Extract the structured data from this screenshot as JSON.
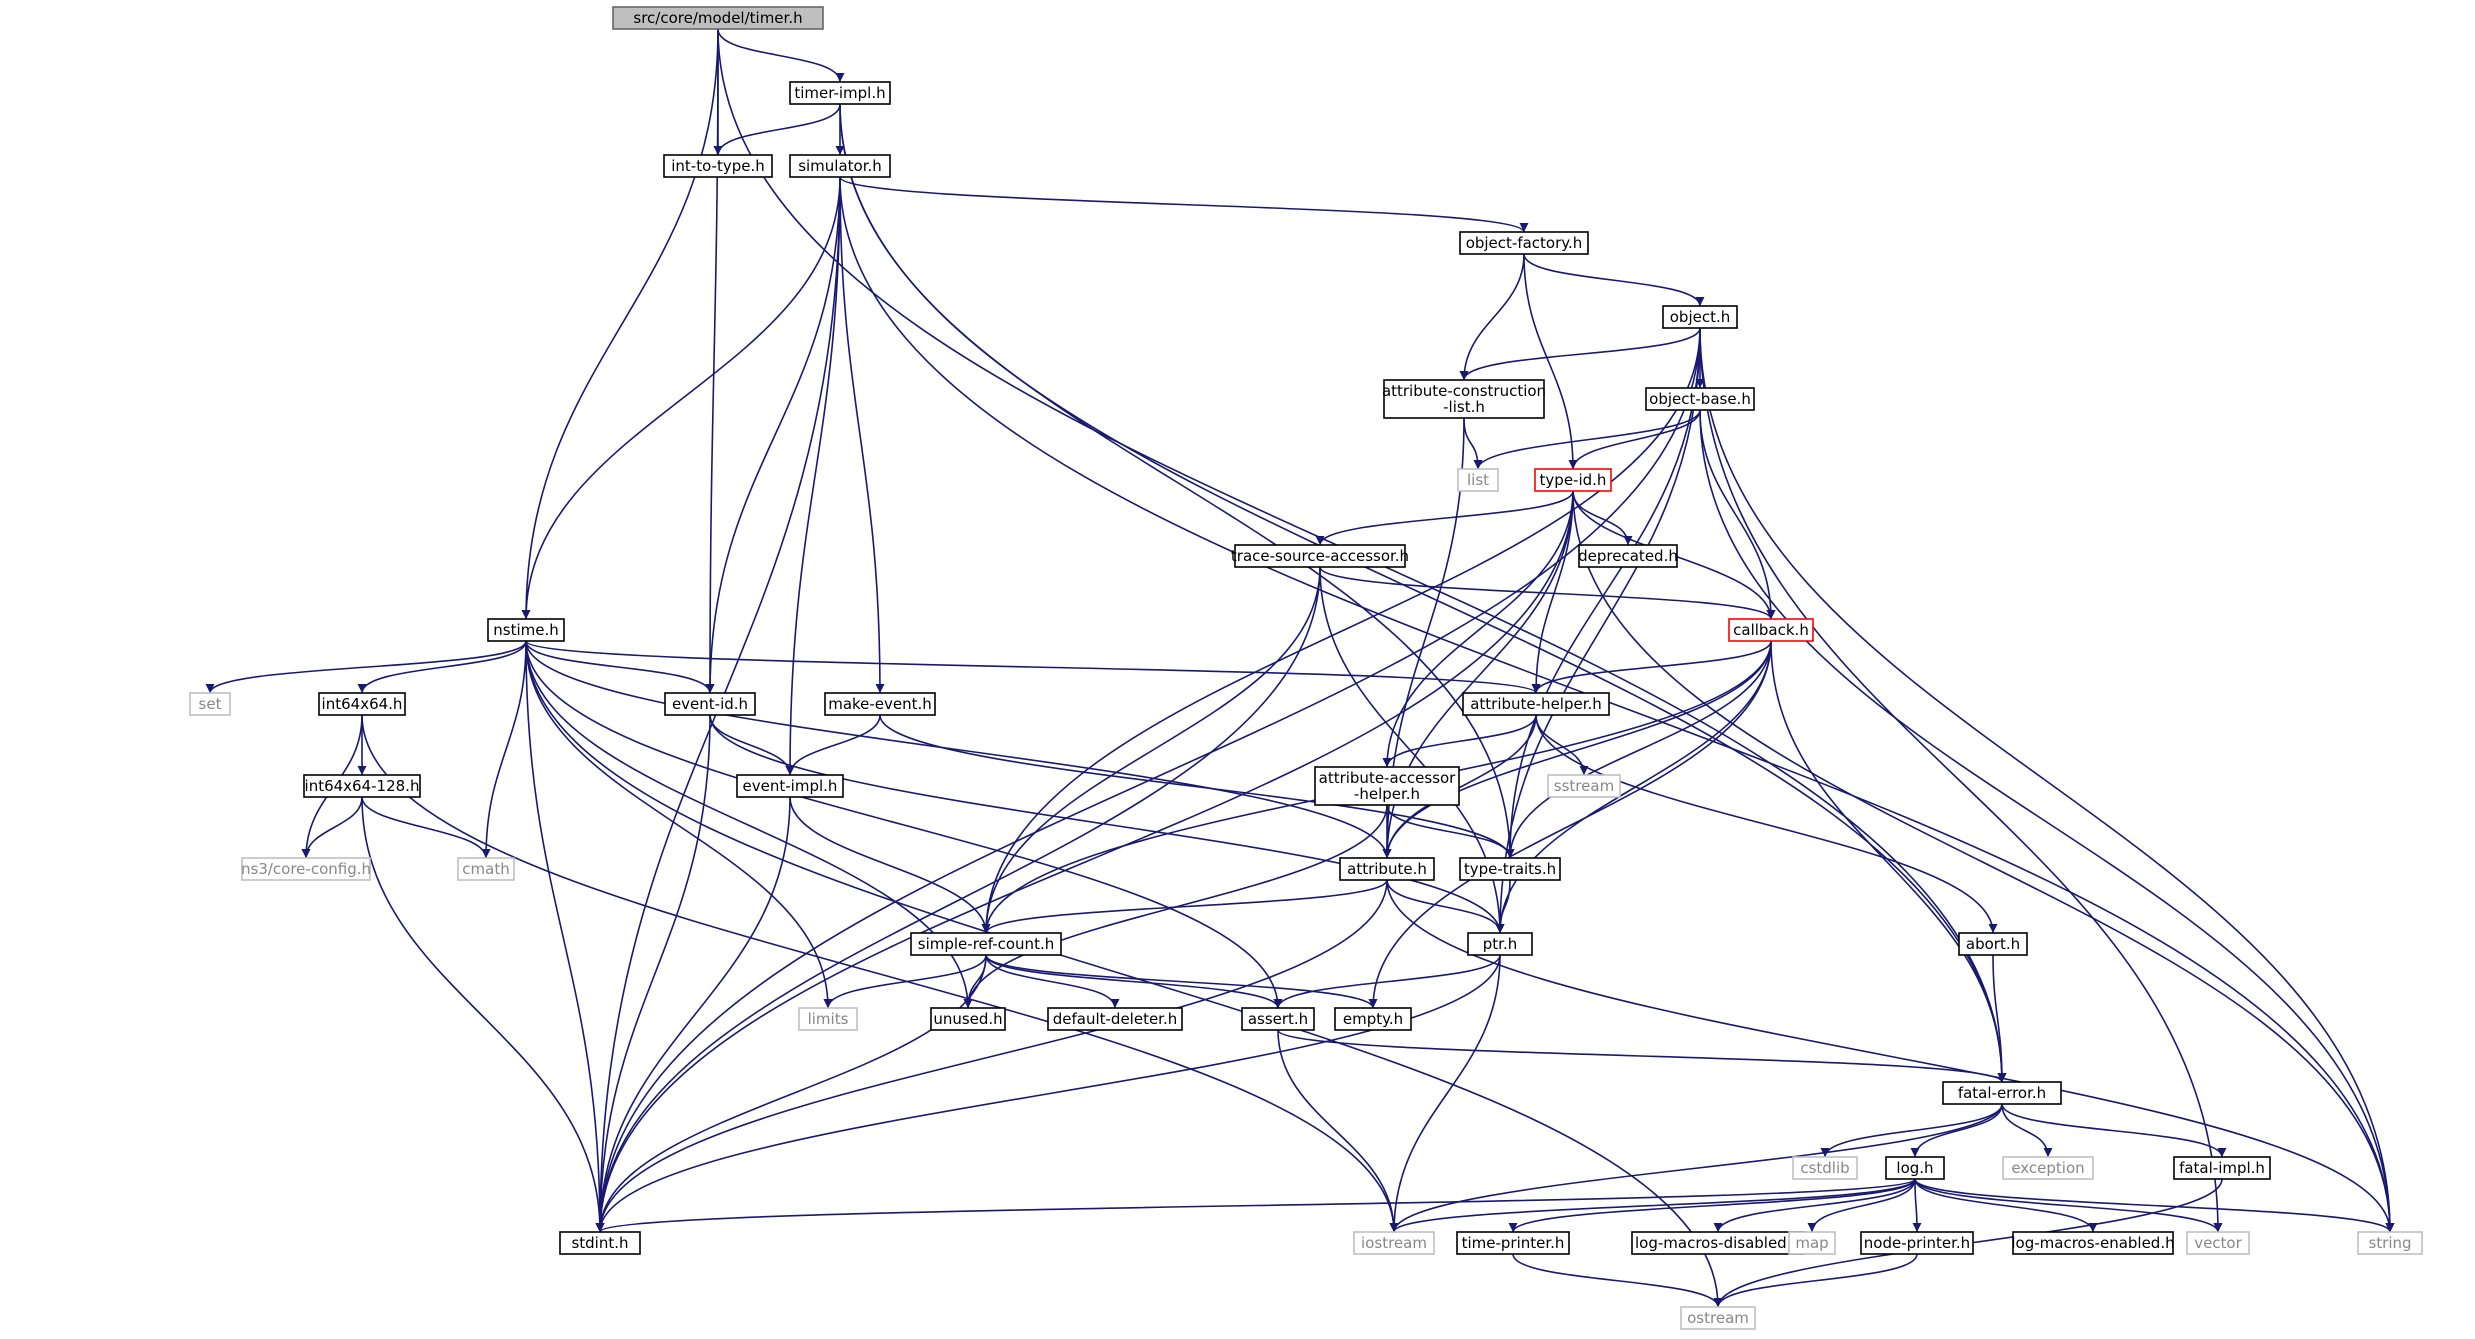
{
  "diagram": {
    "title": "",
    "colors": {
      "edge": "#191970",
      "root_fill": "#bfbfbf",
      "system_border": "#bfbfbf",
      "truncated_border": "#ff0000"
    },
    "nodes": [
      {
        "id": "timer",
        "label": "src/core/model/timer.h"
      },
      {
        "id": "timer_impl",
        "label": "timer-impl.h"
      },
      {
        "id": "int_to_type",
        "label": "int-to-type.h"
      },
      {
        "id": "simulator",
        "label": "simulator.h"
      },
      {
        "id": "object_factory",
        "label": "object-factory.h"
      },
      {
        "id": "object",
        "label": "object.h"
      },
      {
        "id": "acl",
        "label": "attribute-construction\n-list.h"
      },
      {
        "id": "object_base",
        "label": "object-base.h"
      },
      {
        "id": "list",
        "label": "list"
      },
      {
        "id": "type_id",
        "label": "type-id.h"
      },
      {
        "id": "deprecated",
        "label": "deprecated.h"
      },
      {
        "id": "tsa",
        "label": "trace-source-accessor.h"
      },
      {
        "id": "callback",
        "label": "callback.h"
      },
      {
        "id": "nstime",
        "label": "nstime.h"
      },
      {
        "id": "set",
        "label": "set"
      },
      {
        "id": "int64x64",
        "label": "int64x64.h"
      },
      {
        "id": "event_id",
        "label": "event-id.h"
      },
      {
        "id": "make_event",
        "label": "make-event.h"
      },
      {
        "id": "attr_helper",
        "label": "attribute-helper.h"
      },
      {
        "id": "sstream",
        "label": "sstream"
      },
      {
        "id": "int64x64_128",
        "label": "int64x64-128.h"
      },
      {
        "id": "event_impl",
        "label": "event-impl.h"
      },
      {
        "id": "aah",
        "label": "attribute-accessor\n-helper.h"
      },
      {
        "id": "core_config",
        "label": "ns3/core-config.h"
      },
      {
        "id": "cmath",
        "label": "cmath"
      },
      {
        "id": "attribute",
        "label": "attribute.h"
      },
      {
        "id": "type_traits",
        "label": "type-traits.h"
      },
      {
        "id": "src",
        "label": "simple-ref-count.h"
      },
      {
        "id": "ptr",
        "label": "ptr.h"
      },
      {
        "id": "abort",
        "label": "abort.h"
      },
      {
        "id": "limits",
        "label": "limits"
      },
      {
        "id": "unused",
        "label": "unused.h"
      },
      {
        "id": "default_deleter",
        "label": "default-deleter.h"
      },
      {
        "id": "assert",
        "label": "assert.h"
      },
      {
        "id": "empty",
        "label": "empty.h"
      },
      {
        "id": "fatal_error",
        "label": "fatal-error.h"
      },
      {
        "id": "cstdlib",
        "label": "cstdlib"
      },
      {
        "id": "log",
        "label": "log.h"
      },
      {
        "id": "exception",
        "label": "exception"
      },
      {
        "id": "fatal_impl",
        "label": "fatal-impl.h"
      },
      {
        "id": "stdint",
        "label": "stdint.h"
      },
      {
        "id": "iostream",
        "label": "iostream"
      },
      {
        "id": "time_printer",
        "label": "time-printer.h"
      },
      {
        "id": "lmd",
        "label": "log-macros-disabled.h"
      },
      {
        "id": "map",
        "label": "map"
      },
      {
        "id": "node_printer",
        "label": "node-printer.h"
      },
      {
        "id": "lme",
        "label": "log-macros-enabled.h"
      },
      {
        "id": "vector",
        "label": "vector"
      },
      {
        "id": "string",
        "label": "string"
      },
      {
        "id": "ostream",
        "label": "ostream"
      }
    ],
    "edges": [
      [
        "timer",
        "timer_impl"
      ],
      [
        "timer",
        "int_to_type"
      ],
      [
        "timer",
        "nstime"
      ],
      [
        "timer",
        "event_id"
      ],
      [
        "timer",
        "fatal_error"
      ],
      [
        "timer_impl",
        "int_to_type"
      ],
      [
        "timer_impl",
        "simulator"
      ],
      [
        "timer_impl",
        "type_traits"
      ],
      [
        "timer_impl",
        "fatal_error"
      ],
      [
        "simulator",
        "object_factory"
      ],
      [
        "simulator",
        "nstime"
      ],
      [
        "simulator",
        "event_id"
      ],
      [
        "simulator",
        "event_impl"
      ],
      [
        "simulator",
        "make_event"
      ],
      [
        "simulator",
        "stdint"
      ],
      [
        "simulator",
        "string"
      ],
      [
        "object_factory",
        "object"
      ],
      [
        "object_factory",
        "acl"
      ],
      [
        "object_factory",
        "type_id"
      ],
      [
        "object",
        "object_base"
      ],
      [
        "object",
        "acl"
      ],
      [
        "object",
        "src"
      ],
      [
        "object",
        "stdint"
      ],
      [
        "object",
        "type_traits"
      ],
      [
        "object",
        "ptr"
      ],
      [
        "object",
        "vector"
      ],
      [
        "object",
        "string"
      ],
      [
        "acl",
        "list"
      ],
      [
        "acl",
        "attribute"
      ],
      [
        "object_base",
        "list"
      ],
      [
        "object_base",
        "type_id"
      ],
      [
        "object_base",
        "callback"
      ],
      [
        "object_base",
        "string"
      ],
      [
        "type_id",
        "deprecated"
      ],
      [
        "type_id",
        "tsa"
      ],
      [
        "type_id",
        "callback"
      ],
      [
        "type_id",
        "attr_helper"
      ],
      [
        "type_id",
        "aah"
      ],
      [
        "type_id",
        "attribute"
      ],
      [
        "type_id",
        "stdint"
      ],
      [
        "type_id",
        "string"
      ],
      [
        "tsa",
        "callback"
      ],
      [
        "tsa",
        "src"
      ],
      [
        "tsa",
        "ptr"
      ],
      [
        "tsa",
        "stdint"
      ],
      [
        "callback",
        "attr_helper"
      ],
      [
        "callback",
        "attribute"
      ],
      [
        "callback",
        "type_traits"
      ],
      [
        "callback",
        "ptr"
      ],
      [
        "callback",
        "src"
      ],
      [
        "callback",
        "empty"
      ],
      [
        "callback",
        "fatal_error"
      ],
      [
        "nstime",
        "event_id"
      ],
      [
        "nstime",
        "int64x64"
      ],
      [
        "nstime",
        "attr_helper"
      ],
      [
        "nstime",
        "attribute"
      ],
      [
        "nstime",
        "set"
      ],
      [
        "nstime",
        "cmath"
      ],
      [
        "nstime",
        "limits"
      ],
      [
        "nstime",
        "unused"
      ],
      [
        "nstime",
        "assert"
      ],
      [
        "nstime",
        "stdint"
      ],
      [
        "nstime",
        "ostream"
      ],
      [
        "int64x64",
        "int64x64_128"
      ],
      [
        "int64x64",
        "core_config"
      ],
      [
        "int64x64",
        "iostream"
      ],
      [
        "int64x64_128",
        "core_config"
      ],
      [
        "int64x64_128",
        "cmath"
      ],
      [
        "int64x64_128",
        "stdint"
      ],
      [
        "event_id",
        "event_impl"
      ],
      [
        "event_id",
        "ptr"
      ],
      [
        "event_id",
        "stdint"
      ],
      [
        "make_event",
        "event_impl"
      ],
      [
        "make_event",
        "type_traits"
      ],
      [
        "event_impl",
        "src"
      ],
      [
        "event_impl",
        "stdint"
      ],
      [
        "attr_helper",
        "aah"
      ],
      [
        "attr_helper",
        "attribute"
      ],
      [
        "attr_helper",
        "sstream"
      ],
      [
        "attr_helper",
        "abort"
      ],
      [
        "aah",
        "attribute"
      ],
      [
        "aah",
        "type_traits"
      ],
      [
        "aah",
        "unused"
      ],
      [
        "attribute",
        "src"
      ],
      [
        "attribute",
        "ptr"
      ],
      [
        "attribute",
        "string"
      ],
      [
        "attribute",
        "stdint"
      ],
      [
        "type_traits",
        "ptr"
      ],
      [
        "src",
        "limits"
      ],
      [
        "src",
        "unused"
      ],
      [
        "src",
        "default_deleter"
      ],
      [
        "src",
        "assert"
      ],
      [
        "src",
        "empty"
      ],
      [
        "src",
        "stdint"
      ],
      [
        "ptr",
        "assert"
      ],
      [
        "ptr",
        "iostream"
      ],
      [
        "ptr",
        "stdint"
      ],
      [
        "abort",
        "fatal_error"
      ],
      [
        "assert",
        "fatal_error"
      ],
      [
        "assert",
        "iostream"
      ],
      [
        "fatal_error",
        "log"
      ],
      [
        "fatal_error",
        "fatal_impl"
      ],
      [
        "fatal_error",
        "cstdlib"
      ],
      [
        "fatal_error",
        "exception"
      ],
      [
        "fatal_error",
        "iostream"
      ],
      [
        "fatal_impl",
        "ostream"
      ],
      [
        "log",
        "time_printer"
      ],
      [
        "log",
        "node_printer"
      ],
      [
        "log",
        "lmd"
      ],
      [
        "log",
        "lme"
      ],
      [
        "log",
        "map"
      ],
      [
        "log",
        "stdint"
      ],
      [
        "log",
        "iostream"
      ],
      [
        "log",
        "vector"
      ],
      [
        "log",
        "string"
      ],
      [
        "time_printer",
        "ostream"
      ],
      [
        "node_printer",
        "ostream"
      ]
    ]
  }
}
